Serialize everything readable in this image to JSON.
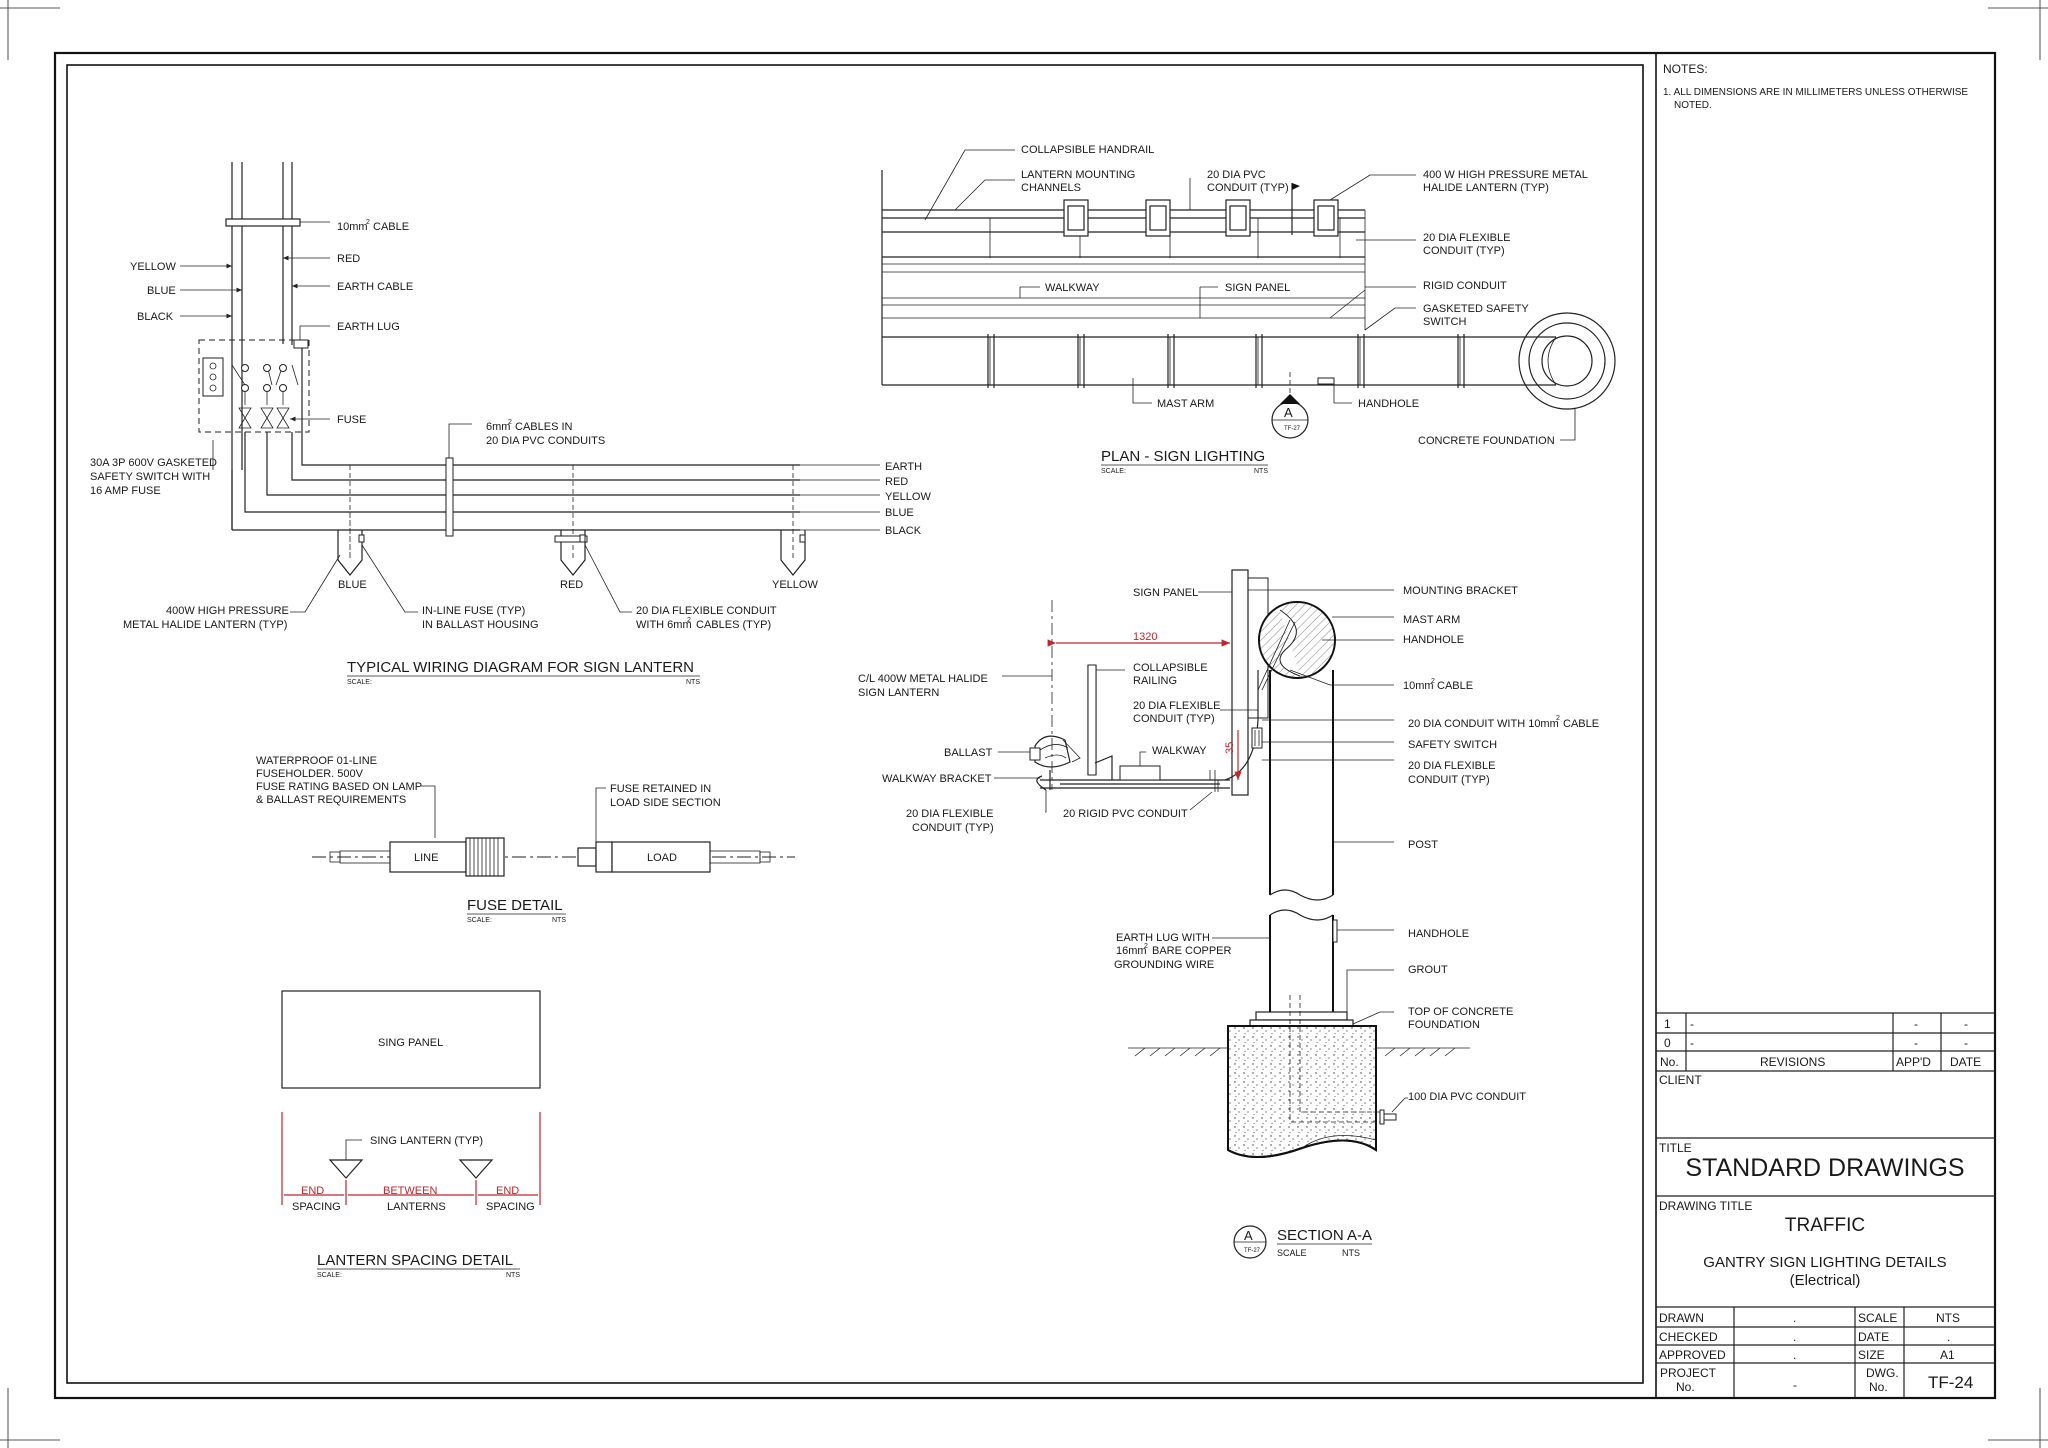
{
  "notes": {
    "heading": "NOTES:",
    "item1_line1": "1. ALL DIMENSIONS ARE IN MILLIMETERS UNLESS OTHERWISE",
    "item1_line2": "NOTED."
  },
  "wiring": {
    "cable10": "10mm",
    "cable10_sup": "2",
    "cable10_word": "CABLE",
    "yellow": "YELLOW",
    "blue": "BLUE",
    "black": "BLACK",
    "red": "RED",
    "earth_cable": "EARTH CABLE",
    "earth_lug": "EARTH LUG",
    "fuse": "FUSE",
    "switch_l1": "30A 3P 600V GASKETED",
    "switch_l2": "SAFETY SWITCH WITH",
    "switch_l3": "16 AMP FUSE",
    "cables6_a": "6mm",
    "cables6_sup": "2",
    "cables6_b": "CABLES IN",
    "cables6_l2": "20 DIA PVC CONDUITS",
    "w_earth": "EARTH",
    "w_red": "RED",
    "w_yellow": "YELLOW",
    "w_blue": "BLUE",
    "w_black": "BLACK",
    "lamp_blue": "BLUE",
    "lamp_red": "RED",
    "lamp_yellow": "YELLOW",
    "lantern_l1": "400W HIGH PRESSURE",
    "lantern_l2": "METAL HALIDE LANTERN (TYP)",
    "inline_l1": "IN-LINE FUSE (TYP)",
    "inline_l2": "IN BALLAST HOUSING",
    "flex_l1": "20 DIA FLEXIBLE CONDUIT",
    "flex_l2a": "WITH 6mm",
    "flex_sup": "2",
    "flex_l2b": "CABLES (TYP)",
    "title": "TYPICAL WIRING DIAGRAM FOR SIGN LANTERN",
    "scale_label": "SCALE:",
    "scale_value": "NTS"
  },
  "fuse": {
    "note1_l1": "WATERPROOF 01-LINE",
    "note1_l2": "FUSEHOLDER. 500V",
    "note1_l3": "FUSE RATING BASED ON LAMP",
    "note1_l4": "& BALLAST REQUIREMENTS",
    "note2_l1": "FUSE RETAINED IN",
    "note2_l2": "LOAD SIDE SECTION",
    "line": "LINE",
    "load": "LOAD",
    "title": "FUSE DETAIL",
    "scale_label": "SCALE:",
    "scale_value": "NTS"
  },
  "spacing": {
    "panel": "SING PANEL",
    "lantern": "SING LANTERN (TYP)",
    "end1": "END",
    "spacing1": "SPACING",
    "between": "BETWEEN",
    "lanterns": "LANTERNS",
    "end2": "END",
    "spacing2": "SPACING",
    "title": "LANTERN SPACING DETAIL",
    "scale_label": "SCALE:",
    "scale_value": "NTS"
  },
  "plan": {
    "handrail": "COLLAPSIBLE HANDRAIL",
    "channels_l1": "LANTERN MOUNTING",
    "channels_l2": "CHANNELS",
    "pvc_l1": "20 DIA PVC",
    "pvc_l2": "CONDUIT (TYP)",
    "lantern_l1": "400 W HIGH PRESSURE METAL",
    "lantern_l2": "HALIDE LANTERN (TYP)",
    "flex_l1": "20 DIA FLEXIBLE",
    "flex_l2": "CONDUIT (TYP)",
    "walkway": "WALKWAY",
    "sign_panel": "SIGN PANEL",
    "rigid": "RIGID CONDUIT",
    "gasket_l1": "GASKETED SAFETY",
    "gasket_l2": "SWITCH",
    "mast_arm": "MAST ARM",
    "handhole": "HANDHOLE",
    "foundation": "CONCRETE FOUNDATION",
    "sec_letter": "A",
    "sec_ref": "TF-27",
    "title": "PLAN - SIGN LIGHTING",
    "scale_label": "SCALE:",
    "scale_value": "NTS"
  },
  "section": {
    "sign_panel": "SIGN PANEL",
    "mounting": "MOUNTING BRACKET",
    "mast_arm": "MAST ARM",
    "handhole": "HANDHOLE",
    "dim1320": "1320",
    "cl_l1": "C/L 400W METAL HALIDE",
    "cl_l2": "SIGN LANTERN",
    "railing_l1": "COLLAPSIBLE",
    "railing_l2": "RAILING",
    "cable10a": "10mm",
    "cable10sup": "2",
    "cable10b": "CABLE",
    "flex1_l1": "20 DIA FLEXIBLE",
    "flex1_l2": "CONDUIT (TYP)",
    "conduit10a": "20 DIA CONDUIT WITH 10mm",
    "conduit10sup": "2",
    "conduit10b": "CABLE",
    "ballast": "BALLAST",
    "walkway": "WALKWAY",
    "dim35": "35",
    "safety": "SAFETY SWITCH",
    "flex2_l1": "20 DIA FLEXIBLE",
    "flex2_l2": "CONDUIT (TYP)",
    "bracket": "WALKWAY BRACKET",
    "flex3_l1": "20 DIA FLEXIBLE",
    "flex3_l2": "CONDUIT (TYP)",
    "rigid": "20 RIGID PVC CONDUIT",
    "post": "POST",
    "earth_l1": "EARTH LUG WITH",
    "earth_l2a": "16mm",
    "earth_sup": "2",
    "earth_l2b": "BARE COPPER",
    "earth_l3": "GROUNDING WIRE",
    "handhole2": "HANDHOLE",
    "grout": "GROUT",
    "top_l1": "TOP OF CONCRETE",
    "top_l2": "FOUNDATION",
    "pvc100": "100 DIA PVC CONDUIT",
    "sec_letter": "A",
    "sec_ref": "TF-27",
    "title": "SECTION A-A",
    "scale_label": "SCALE",
    "scale_value": "NTS"
  },
  "titleblock": {
    "rev1_no": "1",
    "rev1_desc": "-",
    "rev1_app": "-",
    "rev1_date": "-",
    "rev0_no": "0",
    "rev0_desc": "-",
    "rev0_app": "-",
    "rev0_date": "-",
    "h_no": "No.",
    "h_rev": "REVISIONS",
    "h_app": "APP'D",
    "h_date": "DATE",
    "client": "CLIENT",
    "title_label": "TITLE",
    "title": "STANDARD DRAWINGS",
    "dtitle_label": "DRAWING TITLE",
    "dtitle1": "TRAFFIC",
    "dtitle2": "GANTRY SIGN LIGHTING DETAILS",
    "dtitle3": "(Electrical)",
    "drawn": "DRAWN",
    "drawn_v": ".",
    "scale": "SCALE",
    "scale_v": "NTS",
    "checked": "CHECKED",
    "checked_v": ".",
    "date": "DATE",
    "date_v": ".",
    "approved": "APPROVED",
    "approved_v": ".",
    "size": "SIZE",
    "size_v": "A1",
    "project_l1": "PROJECT",
    "project_l2": "No.",
    "project_v": "-",
    "dwg_l1": "DWG.",
    "dwg_l2": "No.",
    "dwg_v": "TF-24"
  }
}
